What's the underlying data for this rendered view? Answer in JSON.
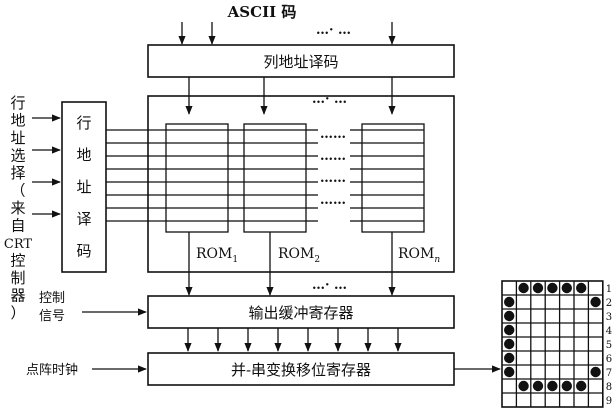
{
  "top_label": "ASCII 码",
  "ellipsis": "…· …",
  "blocks": {
    "col_decoder": "列地址译码",
    "row_decoder_chars": [
      "行",
      "地",
      "址",
      "译",
      "码"
    ],
    "out_buffer": "输出缓冲寄存器",
    "shift_register": "并-串变换移位寄存器"
  },
  "roms": [
    {
      "base": "ROM",
      "sub": "1"
    },
    {
      "base": "ROM",
      "sub": "2"
    },
    {
      "base": "ROM",
      "sub": "n"
    }
  ],
  "rom_dots": "……",
  "left_vertical_label": [
    "行",
    "地",
    "址",
    "选",
    "择",
    "（",
    "来",
    "自",
    "CRT",
    "控",
    "制",
    "器",
    "）"
  ],
  "control_signal": [
    "控制",
    "信号"
  ],
  "dot_clock": "点阵时钟",
  "dot_matrix": {
    "row_numbers": [
      "1",
      "2",
      "3",
      "4",
      "5",
      "6",
      "7",
      "8",
      "9"
    ],
    "pattern": [
      [
        0,
        1,
        1,
        1,
        1,
        1,
        0
      ],
      [
        1,
        0,
        0,
        0,
        0,
        0,
        1
      ],
      [
        1,
        0,
        0,
        0,
        0,
        0,
        0
      ],
      [
        1,
        0,
        0,
        0,
        0,
        0,
        0
      ],
      [
        1,
        0,
        0,
        0,
        0,
        0,
        0
      ],
      [
        1,
        0,
        0,
        0,
        0,
        0,
        0
      ],
      [
        1,
        0,
        0,
        0,
        0,
        0,
        1
      ],
      [
        0,
        1,
        1,
        1,
        1,
        1,
        0
      ],
      [
        0,
        0,
        0,
        0,
        0,
        0,
        0
      ]
    ]
  }
}
